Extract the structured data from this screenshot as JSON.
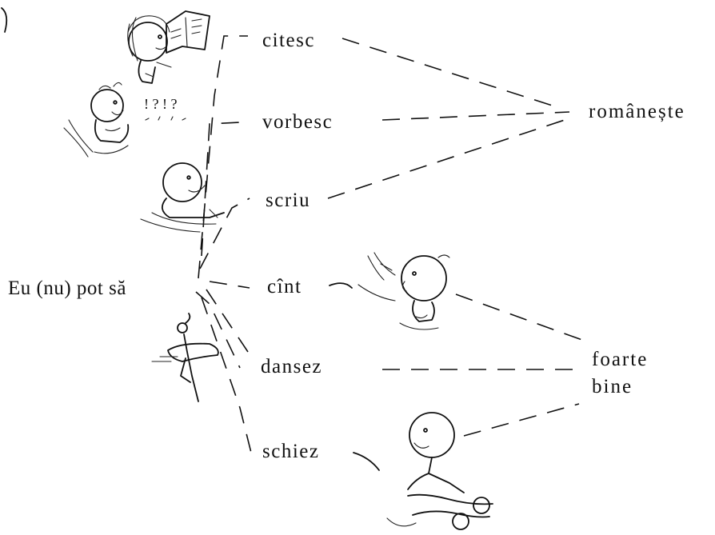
{
  "subject": "Eu (nu) pot să",
  "verbs": [
    "citesc",
    "vorbesc",
    "scriu",
    "cînt",
    "dansez",
    "schiez"
  ],
  "adverbs": {
    "romaneste": "românește",
    "foarte": "foarte",
    "bine": "bine"
  },
  "ink_color": "#111111",
  "background": "#ffffff",
  "illustrations": [
    "reading-child-drawing",
    "talking-child-drawing",
    "writing-child-drawing",
    "singing-child-drawing",
    "dancing-ballerina-drawing",
    "skiing-child-drawing"
  ]
}
